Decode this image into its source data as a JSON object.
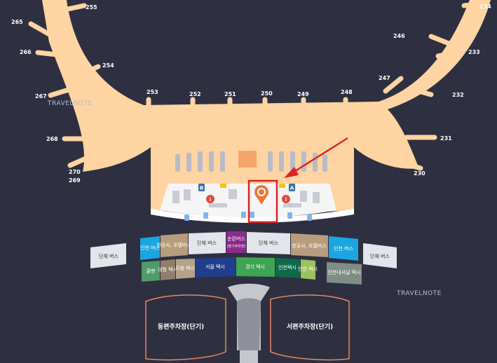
{
  "watermark": "TRAVELNOTE",
  "gates": [
    "255",
    "265",
    "266",
    "254",
    "267",
    "268",
    "270",
    "269",
    "253",
    "252",
    "251",
    "250",
    "249",
    "248",
    "247",
    "246",
    "234",
    "233",
    "232",
    "231",
    "230"
  ],
  "bus_row_left_label": "단체 버스",
  "bus_row_right_label": "단체 버스",
  "bus_row": [
    "인천 버스",
    "항공사, 호텔버스",
    "단체 버스",
    "순환버스",
    "단체 버스",
    "항공사, 호텔버스",
    "인천 버스"
  ],
  "bus_circular_sub": "(장기주차장)",
  "taxi_row": [
    "콜밴",
    "대형 택시",
    "모범 택시",
    "서울 택시",
    "경기 택시",
    "인천택시",
    "인천 택시",
    "인천내셔널 택시"
  ],
  "parking": [
    "동편주차장(단기)",
    "서편주차장(단기)"
  ],
  "markers": {
    "b": "B",
    "a": "A",
    "info": "i"
  },
  "colors": {
    "background": "#2e3041",
    "terminal": "#fdd4a2",
    "highlight": "#e02020",
    "parking_outline": "#e9885a"
  }
}
